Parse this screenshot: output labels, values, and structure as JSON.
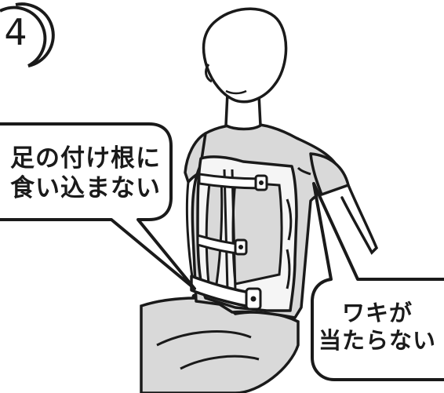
{
  "step": {
    "number": "4"
  },
  "callouts": {
    "left": {
      "line1": "足の付け根に",
      "line2": "食い込まない"
    },
    "right": {
      "line1": "ワキが",
      "line2": "当たらない"
    }
  },
  "colors": {
    "outline": "#1a1a1a",
    "shirt": "#d9d9d9",
    "brace": "#f5f5f5",
    "bubble": "#ffffff"
  },
  "icons": {
    "figure": "person-wearing-back-brace"
  }
}
